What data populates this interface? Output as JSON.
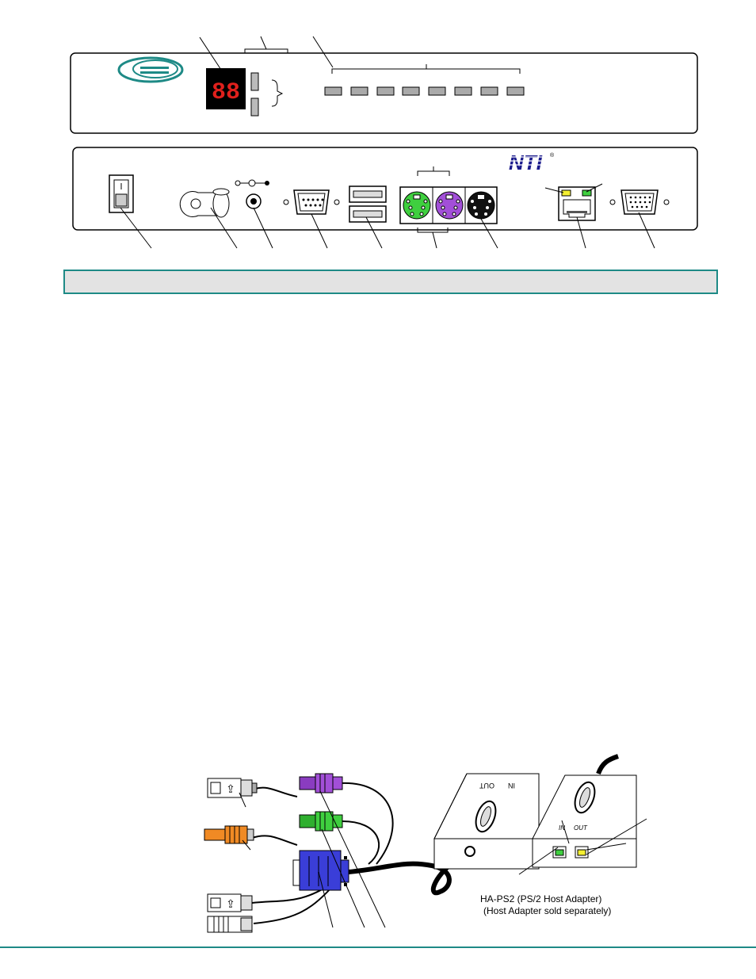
{
  "front_panel": {
    "display_digits": "88"
  },
  "rear_panel": {
    "logo_text": "NTI",
    "logo_mark": "®"
  },
  "section_header": {
    "title": ""
  },
  "adapter_box": {
    "in_label": "IN",
    "out_label": "OUT"
  },
  "caption": {
    "line1": "HA-PS2 (PS/2 Host Adapter)",
    "line2": "(Host Adapter sold separately)"
  },
  "colors": {
    "accent": "#1e8a86",
    "led_red": "#e0201c",
    "ps2_green": "#3fcf3f",
    "ps2_purple": "#a24fd8",
    "ps2_black": "#111111",
    "vga_blue": "#3a3ed8",
    "usb_orange": "#f08a24"
  }
}
